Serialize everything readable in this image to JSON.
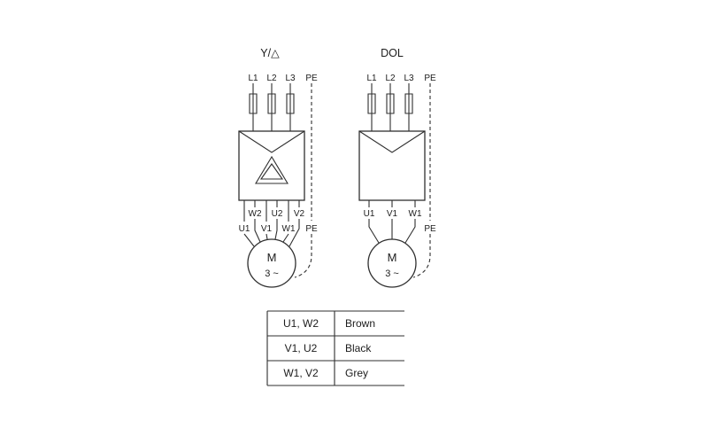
{
  "page": {
    "background": "#ffffff"
  },
  "diagrams": {
    "star_delta": {
      "title": "Y/△",
      "supply": [
        "L1",
        "L2",
        "L3"
      ],
      "pe_top": "PE",
      "terminals_upper": [
        "W2",
        "U2",
        "V2"
      ],
      "terminals_lower": [
        "U1",
        "V1",
        "W1"
      ],
      "pe_bottom": "PE",
      "motor_letter": "M",
      "motor_phases": "3 ~"
    },
    "dol": {
      "title": "DOL",
      "supply": [
        "L1",
        "L2",
        "L3"
      ],
      "pe_top": "PE",
      "terminals": [
        "U1",
        "V1",
        "W1"
      ],
      "pe_bottom": "PE",
      "motor_letter": "M",
      "motor_phases": "3 ~"
    }
  },
  "wire_table": {
    "rows": [
      {
        "terminals": "U1, W2",
        "color_name": "Brown"
      },
      {
        "terminals": "V1, U2",
        "color_name": "Black"
      },
      {
        "terminals": "W1, V2",
        "color_name": "Grey"
      }
    ]
  },
  "colors": {
    "line": "#2f2f2f",
    "text": "#1c1c1c"
  }
}
